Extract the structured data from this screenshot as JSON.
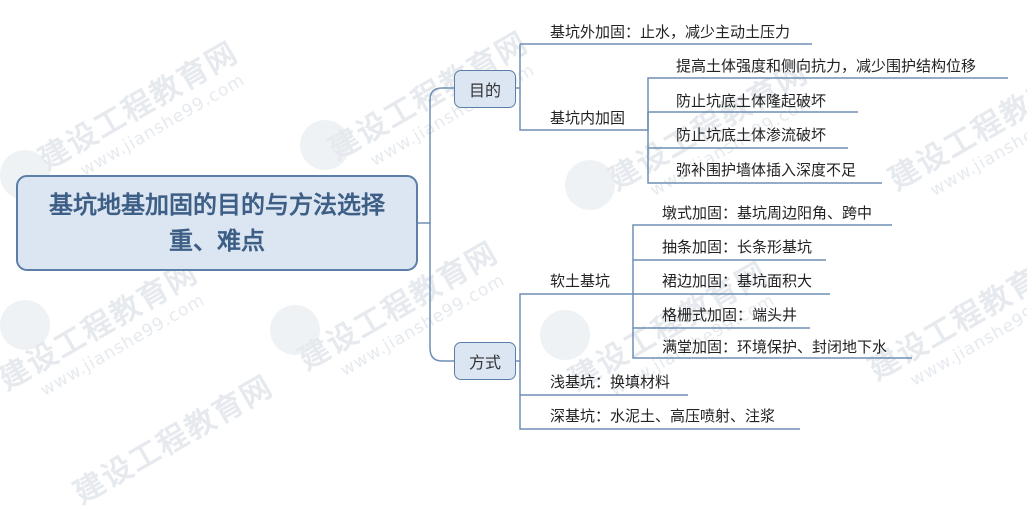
{
  "root": "基坑地基加固的目的与方法选择重、难点",
  "purpose": {
    "label": "目的",
    "outer": "基坑外加固：止水，减少主动土压力",
    "inner": "基坑内加固",
    "inner_items": [
      "提高土体强度和侧向抗力，减少围护结构位移",
      "防止坑底土体隆起破坏",
      "防止坑底土体渗流破坏",
      "弥补围护墙体插入深度不足"
    ]
  },
  "method": {
    "label": "方式",
    "soft": "软土基坑",
    "soft_items": [
      "墩式加固：基坑周边阳角、跨中",
      "抽条加固：长条形基坑",
      "裙边加固：基坑面积大",
      "格栅式加固：端头井",
      "满堂加固：环境保护、封闭地下水"
    ],
    "shallow": "浅基坑：换填材料",
    "deep": "深基坑：水泥土、高压喷射、注浆"
  },
  "watermark": {
    "text": "建设工程教育网",
    "url": "www.jianshe99.com"
  },
  "colors": {
    "line": "#6f8fb3",
    "node_border": "#5b7fa6",
    "node_fill": "#dce6f2",
    "root_text": "#3d5f86"
  }
}
